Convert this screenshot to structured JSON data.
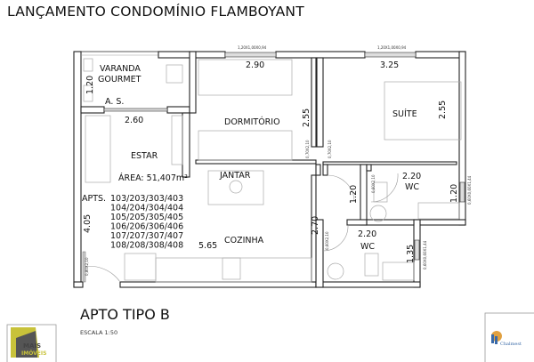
{
  "header": {
    "title": "LANÇAMENTO CONDOMÍNIO FLAMBOYANT"
  },
  "footer": {
    "plan_name": "APTO TIPO B",
    "scale": "ESCALA 1:50"
  },
  "logos": {
    "left": "MAIS IMÓVEIS",
    "right": "Chalmest"
  },
  "rooms": {
    "varanda": "VARANDA",
    "gourmet": "GOURMET",
    "area_servico": "A. S.",
    "estar": "ESTAR",
    "dormitorio": "DORMITÓRIO",
    "suite": "SUÍTE",
    "jantar": "JANTAR",
    "cozinha": "COZINHA",
    "wc1": "WC",
    "wc2": "WC"
  },
  "dimensions": {
    "varanda_height": "1.20",
    "estar_width": "2.60",
    "dorm_width": "2.90",
    "dorm_depth": "2.55",
    "suite_width": "3.25",
    "suite_depth": "2.55",
    "sala_depth": "4.05",
    "sala_length": "5.65",
    "cozinha_depth": "2.70",
    "hall_width": "1.20",
    "wc1_width": "2.20",
    "wc1_depth": "1.20",
    "wc2_width": "2.20",
    "wc2_depth": "1.35"
  },
  "openings": {
    "window_dorm": "1,20X1,00X0,94",
    "window_suite": "1,20X1,00X0,94",
    "door_dorm": "0,70X2,10",
    "door_suite": "0,70X2,10",
    "door_wc1": "0,60X2,10",
    "door_wc2": "0,60X2,10",
    "door_entry": "0,80X2,10",
    "window_wc1": "0,60X0,60X1,44",
    "window_wc2": "0,60X0,60X1,44"
  },
  "info": {
    "area": "ÁREA: 51,407m²",
    "apts_label": "APTS.",
    "apts": [
      "103/203/303/403",
      "104/204/304/404",
      "105/205/305/405",
      "106/206/306/406",
      "107/207/307/407",
      "108/208/308/408"
    ]
  }
}
